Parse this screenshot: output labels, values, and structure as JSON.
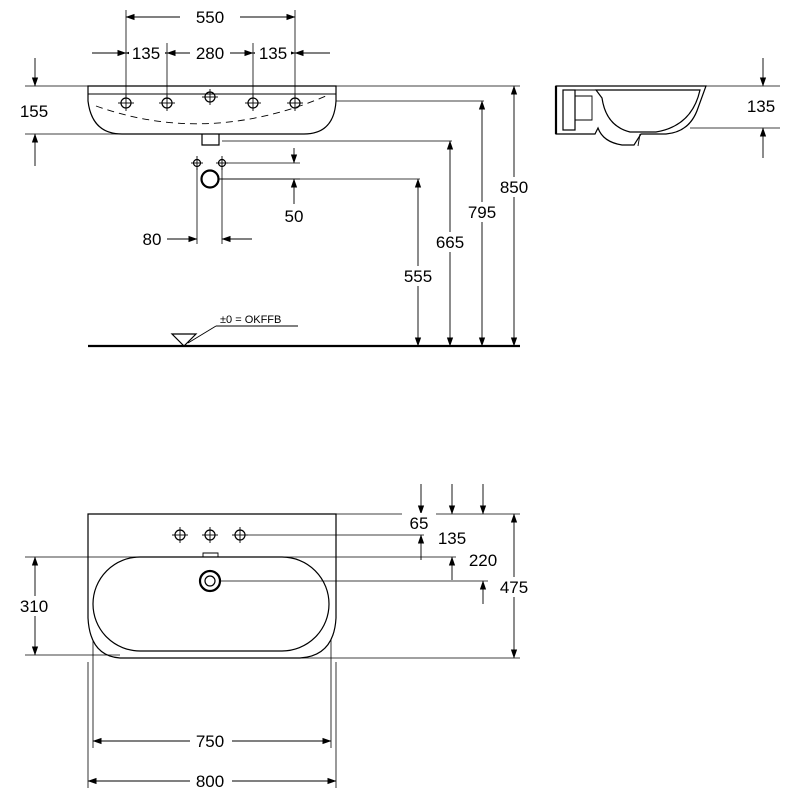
{
  "front_view": {
    "dims": {
      "total_width": "550",
      "hole_spacing_left": "135",
      "hole_spacing_center": "280",
      "hole_spacing_right": "135",
      "basin_height": "155",
      "drain_offset": "80",
      "drain_drop": "50",
      "height_drain": "555",
      "height_665": "665",
      "height_795": "795",
      "height_total": "850"
    },
    "floor_label": "±0 = OKFFB"
  },
  "side_view": {
    "dims": {
      "depth_top": "135"
    }
  },
  "top_view": {
    "dims": {
      "hole_row": "65",
      "dist_135": "135",
      "dist_220": "220",
      "total_depth": "475",
      "bowl_depth": "310",
      "bowl_width": "750",
      "total_width": "800"
    }
  }
}
